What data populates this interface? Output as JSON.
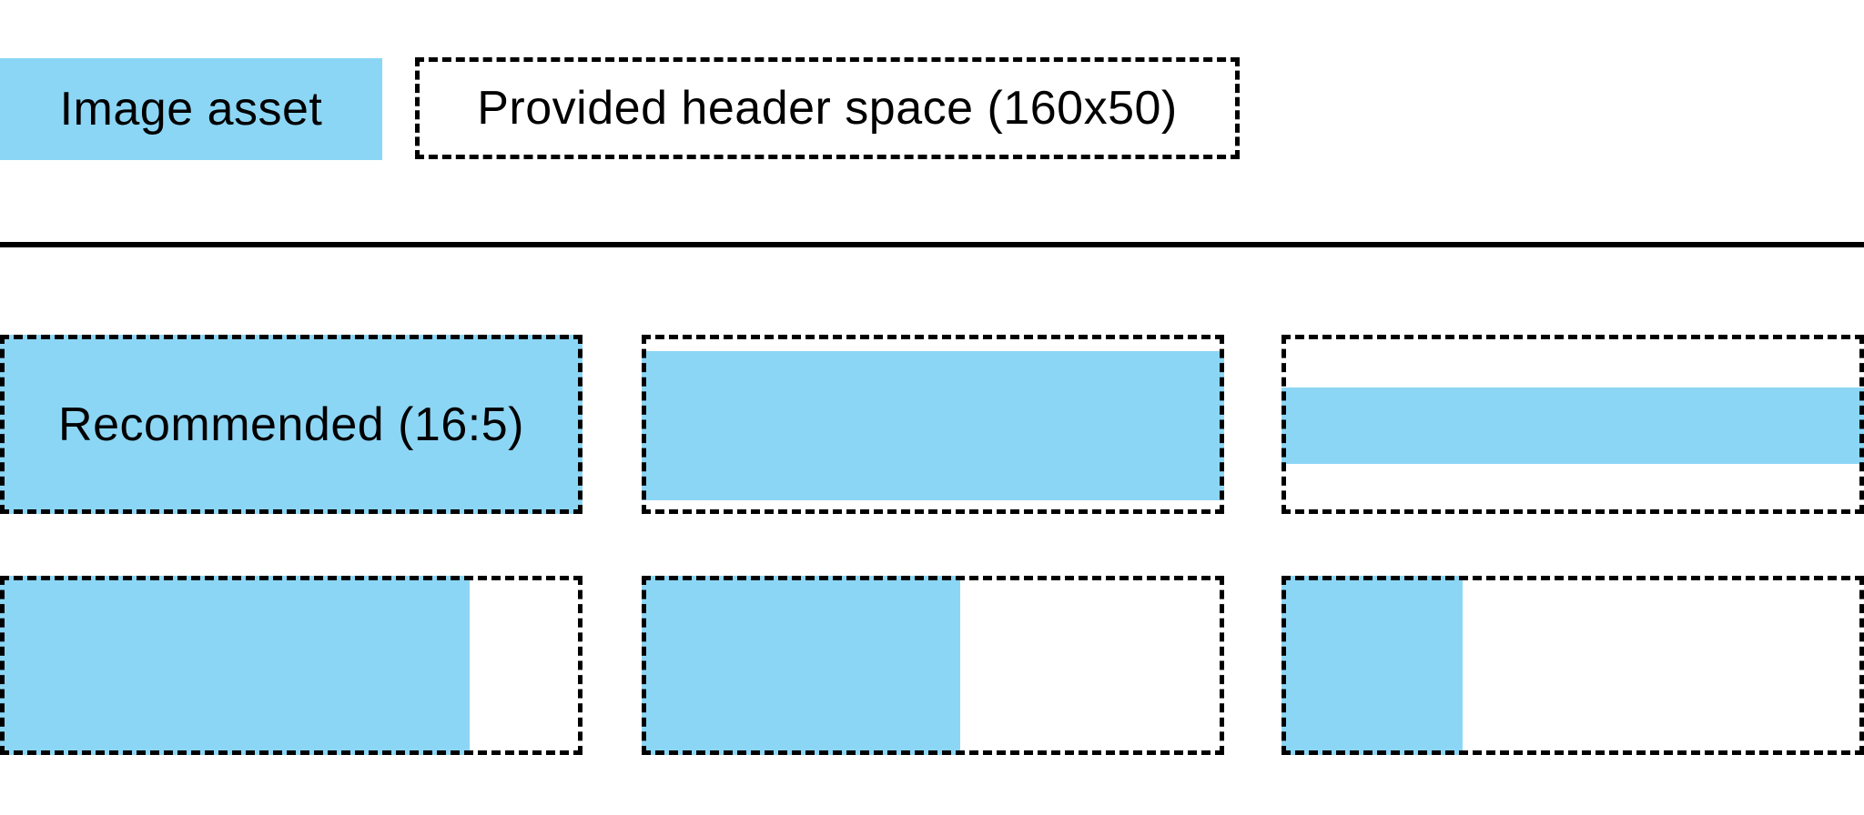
{
  "legend": {
    "image_asset_label": "Image asset",
    "header_space_label": "Provided header space (160x50)"
  },
  "diagram": {
    "recommended_label": "Recommended (16:5)",
    "header_space_size": "160x50",
    "recommended_ratio": "16:5",
    "rows": [
      {
        "boxes": [
          {
            "label": "Recommended (16:5)",
            "asset_width_pct": 100,
            "asset_height_pct": 100,
            "alignment": "fill"
          },
          {
            "label": "",
            "asset_width_pct": 100,
            "asset_height_pct": 84,
            "alignment": "vertically-centered"
          },
          {
            "label": "",
            "asset_width_pct": 100,
            "asset_height_pct": 42,
            "alignment": "vertically-centered"
          }
        ]
      },
      {
        "boxes": [
          {
            "label": "",
            "asset_width_pct": 81,
            "asset_height_pct": 100,
            "alignment": "left"
          },
          {
            "label": "",
            "asset_width_pct": 55,
            "asset_height_pct": 100,
            "alignment": "left"
          },
          {
            "label": "",
            "asset_width_pct": 31,
            "asset_height_pct": 100,
            "alignment": "left"
          }
        ]
      }
    ]
  },
  "colors": {
    "image_asset": "#8CD6F5",
    "border": "#000000",
    "text": "#000000",
    "background": "#FFFFFF"
  }
}
